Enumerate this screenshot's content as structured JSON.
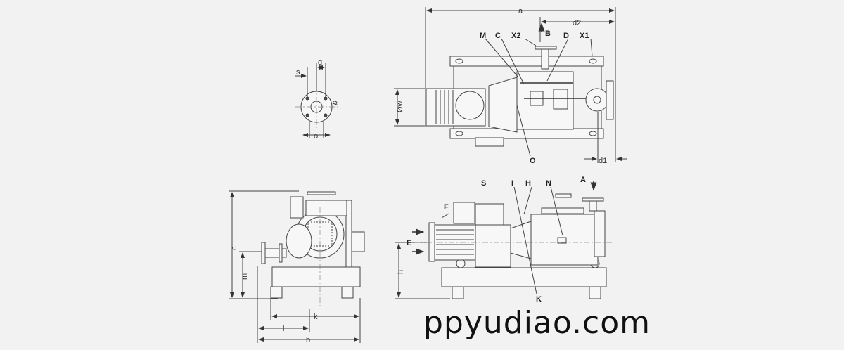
{
  "top_view": {
    "dims": {
      "a": "a",
      "d2": "d2",
      "d1": "d1",
      "w": "Øw"
    },
    "labels": {
      "M": "M",
      "C": "C",
      "X2": "X2",
      "B": "B",
      "D": "D",
      "X1": "X1",
      "O": "O"
    }
  },
  "flange_detail": {
    "dims": {
      "s": "s",
      "q": "q",
      "p": "p",
      "o": "o"
    }
  },
  "front_view": {
    "dims": {
      "c": "c",
      "m": "m",
      "k": "k",
      "l": "l",
      "b": "b"
    }
  },
  "side_view": {
    "dims": {
      "h": "h"
    },
    "labels": {
      "E": "E",
      "F": "F",
      "S": "S",
      "I": "I",
      "H": "H",
      "N": "N",
      "A": "A",
      "K": "K"
    }
  },
  "watermark": "ppyudiao.com"
}
